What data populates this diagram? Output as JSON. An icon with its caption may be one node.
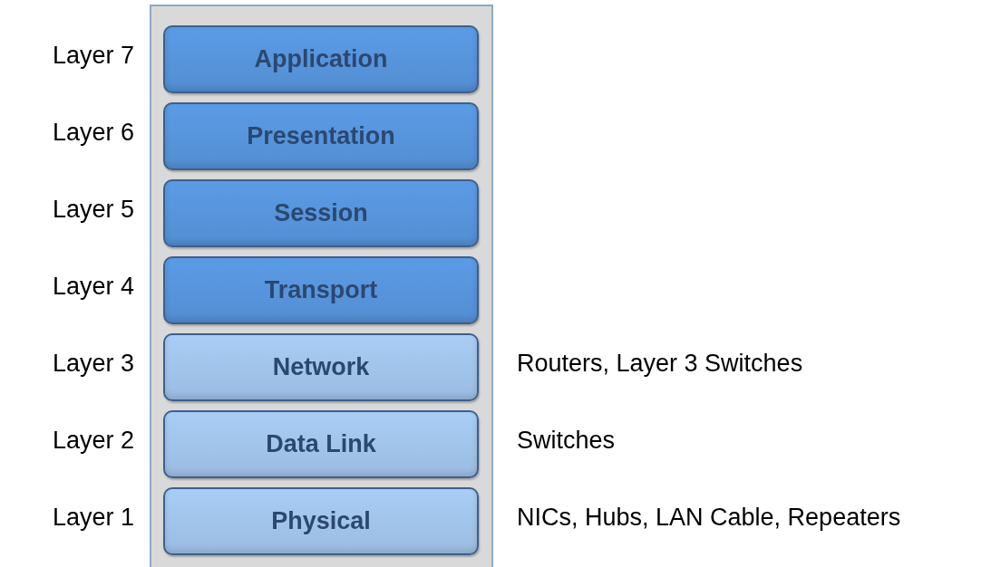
{
  "diagram": {
    "nodes": [
      {
        "text": [],
        "shape": "box"
      },
      {
        "text": [
          "Application"
        ],
        "in": 0,
        "beside": [
          "Layer 7"
        ]
      },
      {
        "text": [
          "Presentation"
        ],
        "in": 0,
        "beside": [
          "Layer 6"
        ]
      },
      {
        "text": [
          "Session"
        ],
        "in": 0,
        "beside": [
          "Layer 5"
        ]
      },
      {
        "text": [
          "Transport"
        ],
        "in": 0,
        "beside": [
          "Layer 4"
        ]
      },
      {
        "text": [
          "Network"
        ],
        "in": 0,
        "beside": [
          "Layer 3",
          "Routers, Layer 3 Switches"
        ]
      },
      {
        "text": [
          "Data Link"
        ],
        "in": 0,
        "beside": [
          "Layer 2",
          "Switches"
        ]
      },
      {
        "text": [
          "Physical"
        ],
        "in": 0,
        "beside": [
          "Layer 1",
          "NICs, Hubs, LAN Cable, Repeaters"
        ]
      }
    ]
  }
}
